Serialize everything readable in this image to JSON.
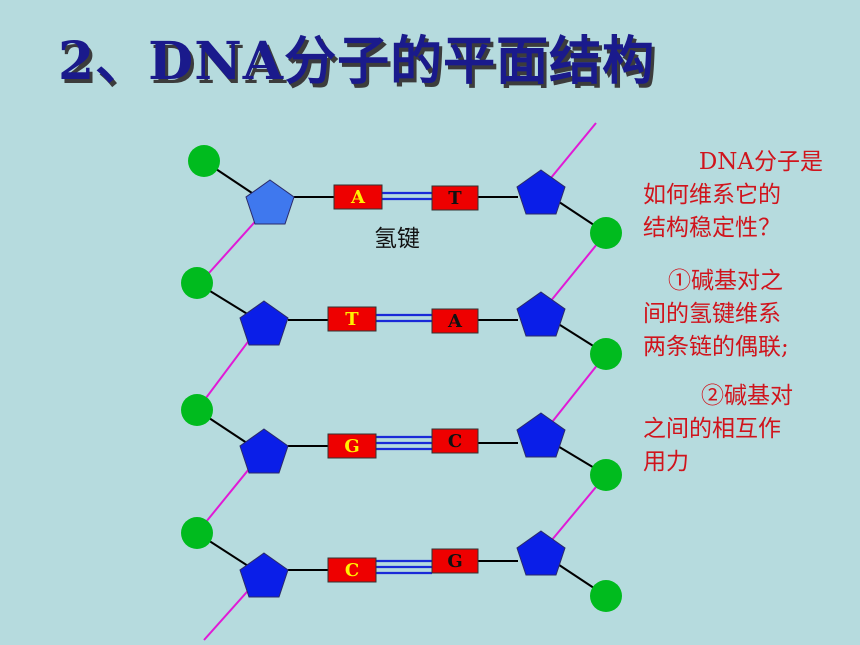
{
  "slide": {
    "title": "2、DNA分子的平面结构",
    "bond_label": "氢键"
  },
  "colors": {
    "background": "#b6dbde",
    "title": "#1a1a8c",
    "phosphate": "#00bb1e",
    "sugar_blue": "#0a1ee8",
    "sugar_light": "#3f78ee",
    "backbone": "#e01ad6",
    "base_box": "#ee0000",
    "hbond": "#1a2ad8",
    "note_text": "#d0141c"
  },
  "base_pairs": [
    {
      "left": "A",
      "right": "T",
      "hbonds": 2
    },
    {
      "left": "T",
      "right": "A",
      "hbonds": 2
    },
    {
      "left": "G",
      "right": "C",
      "hbonds": 3
    },
    {
      "left": "C",
      "right": "G",
      "hbonds": 3
    }
  ],
  "notes": {
    "question": [
      "DNA分子是",
      "如何维系它的",
      "结构稳定性？"
    ],
    "point1": [
      "①碱基对之",
      "间的氢键维系",
      "两条链的偶联;"
    ],
    "point2": [
      "②碱基对",
      "之间的相互作",
      "用力"
    ]
  }
}
